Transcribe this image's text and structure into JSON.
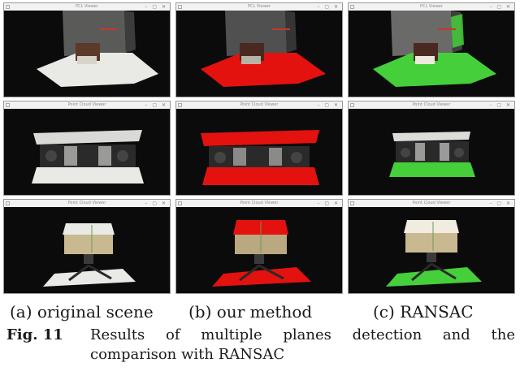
{
  "panels": {
    "columns": [
      "original",
      "ours",
      "ransac"
    ],
    "colors": {
      "original": "#e9e9e6",
      "ours": "#e3120f",
      "ransac": "#45cf3a",
      "background": "#0b0b0b"
    },
    "window_title_top": "PCL Viewer",
    "window_title_other": "Point Cloud Viewer"
  },
  "captions": {
    "a": "(a) original scene",
    "b": "(b) our method",
    "c": "(c) RANSAC"
  },
  "figure": {
    "number": "Fig. 11",
    "text_line1": "Results of multiple planes detection and the",
    "text_line2": "comparison with RANSAC"
  }
}
